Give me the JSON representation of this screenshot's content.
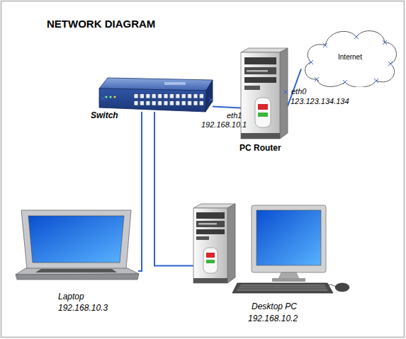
{
  "diagram": {
    "title": "NETWORK DIAGRAM",
    "nodes": [
      {
        "text": [
          "Switch"
        ]
      },
      {
        "text": [
          "PC Router"
        ]
      },
      {
        "text": [
          "Internet"
        ]
      },
      {
        "text": [
          "Laptop",
          "192.168.10.3"
        ]
      },
      {
        "text": [
          "Desktop PC",
          "192.168.10.2"
        ]
      }
    ],
    "edges": [
      {
        "from": 0,
        "to": 1,
        "arrow": "none"
      },
      {
        "from": 1,
        "to": 2,
        "arrow": "none"
      },
      {
        "from": 0,
        "to": 3,
        "arrow": "none"
      },
      {
        "from": 0,
        "to": 4,
        "arrow": "none"
      }
    ],
    "labels": [
      "eth1",
      "192.168.10.1",
      "eth0",
      "123.123.134.134"
    ]
  }
}
